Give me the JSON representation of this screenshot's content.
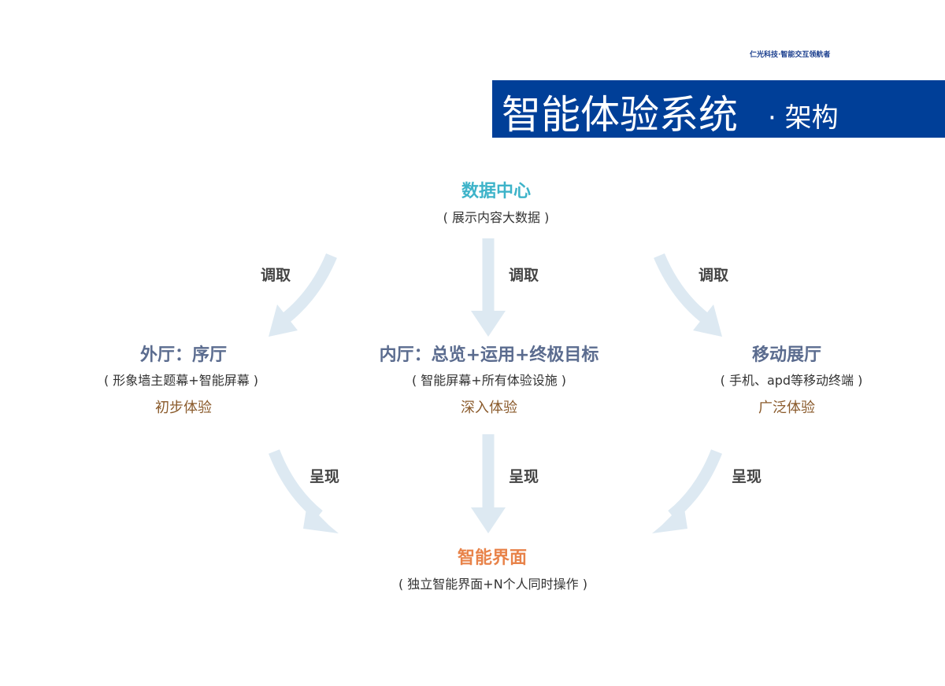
{
  "header": {
    "tagline": "仁光科技·智能交互领航者",
    "title": "智能体验系统",
    "subtitle": "· 架构"
  },
  "colors": {
    "title_bg": "#003f98",
    "arrow": "#dde9f2",
    "top_node": "#3db3c9",
    "mid_node": "#5b6c8f",
    "bottom_node": "#e8834a",
    "experience": "#8a5a2b"
  },
  "top": {
    "title": "数据中心",
    "desc": "( 展示内容大数据 )"
  },
  "middle": [
    {
      "title": "外厅：序厅",
      "desc": "( 形象墙主题幕+智能屏幕 )",
      "experience": "初步体验"
    },
    {
      "title": "内厅：总览+运用+终极目标",
      "desc": "( 智能屏幕+所有体验设施 )",
      "experience": "深入体验"
    },
    {
      "title": "移动展厅",
      "desc": "( 手机、apd等移动终端 )",
      "experience": "广泛体验"
    }
  ],
  "bottom": {
    "title": "智能界面",
    "desc": "( 独立智能界面+N个人同时操作 )"
  },
  "arrow_labels": {
    "fetch": [
      "调取",
      "调取",
      "调取"
    ],
    "present": [
      "呈现",
      "呈现",
      "呈现"
    ]
  }
}
